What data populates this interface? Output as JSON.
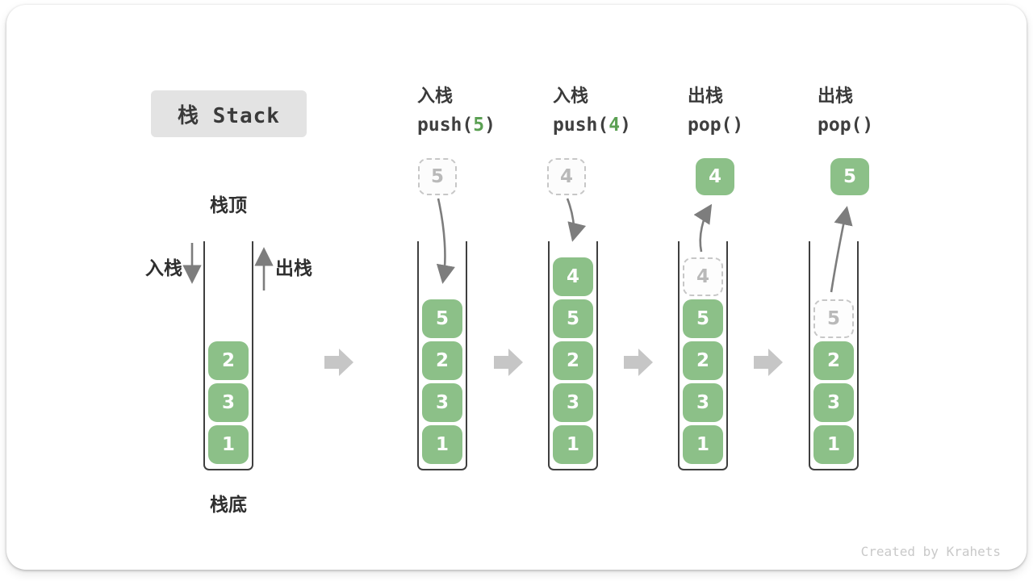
{
  "title": "栈 Stack",
  "legend": {
    "stack_top": "栈顶",
    "stack_bottom": "栈底",
    "push_side": "入栈",
    "pop_side": "出栈"
  },
  "footer": "Created by Krahets",
  "colors": {
    "cell_green": "#8cc088",
    "code_green": "#5ba053",
    "ghost_border": "#c7c7c7",
    "ghost_text": "#b9b9b9",
    "wall": "#3f3f3f",
    "thin_arrow": "#7d7d7d",
    "block_arrow": "#c6c6c6",
    "title_bg": "#e3e3e3",
    "text_dark": "#3a3a3a"
  },
  "columns": [
    {
      "name": "initial-stack",
      "header": null,
      "floating": null,
      "cells": [
        {
          "value": "2",
          "row": 2,
          "type": "solid"
        },
        {
          "value": "3",
          "row": 3,
          "type": "solid"
        },
        {
          "value": "1",
          "row": 4,
          "type": "solid"
        }
      ]
    },
    {
      "name": "push-5",
      "header": {
        "op": "入栈",
        "code_pre": "push(",
        "arg": "5",
        "code_post": ")"
      },
      "floating": {
        "value": "5",
        "type": "ghost"
      },
      "cells": [
        {
          "value": "5",
          "row": 1,
          "type": "solid"
        },
        {
          "value": "2",
          "row": 2,
          "type": "solid"
        },
        {
          "value": "3",
          "row": 3,
          "type": "solid"
        },
        {
          "value": "1",
          "row": 4,
          "type": "solid"
        }
      ]
    },
    {
      "name": "push-4",
      "header": {
        "op": "入栈",
        "code_pre": "push(",
        "arg": "4",
        "code_post": ")"
      },
      "floating": {
        "value": "4",
        "type": "ghost"
      },
      "cells": [
        {
          "value": "4",
          "row": 0,
          "type": "solid"
        },
        {
          "value": "5",
          "row": 1,
          "type": "solid"
        },
        {
          "value": "2",
          "row": 2,
          "type": "solid"
        },
        {
          "value": "3",
          "row": 3,
          "type": "solid"
        },
        {
          "value": "1",
          "row": 4,
          "type": "solid"
        }
      ]
    },
    {
      "name": "pop-4",
      "header": {
        "op": "出栈",
        "code_pre": "pop(",
        "arg": "",
        "code_post": ")"
      },
      "floating": {
        "value": "4",
        "type": "solid"
      },
      "cells": [
        {
          "value": "4",
          "row": 0,
          "type": "ghost"
        },
        {
          "value": "5",
          "row": 1,
          "type": "solid"
        },
        {
          "value": "2",
          "row": 2,
          "type": "solid"
        },
        {
          "value": "3",
          "row": 3,
          "type": "solid"
        },
        {
          "value": "1",
          "row": 4,
          "type": "solid"
        }
      ]
    },
    {
      "name": "pop-5",
      "header": {
        "op": "出栈",
        "code_pre": "pop(",
        "arg": "",
        "code_post": ")"
      },
      "floating": {
        "value": "5",
        "type": "solid"
      },
      "cells": [
        {
          "value": "5",
          "row": 1,
          "type": "ghost"
        },
        {
          "value": "2",
          "row": 2,
          "type": "solid"
        },
        {
          "value": "3",
          "row": 3,
          "type": "solid"
        },
        {
          "value": "1",
          "row": 4,
          "type": "solid"
        }
      ]
    }
  ]
}
